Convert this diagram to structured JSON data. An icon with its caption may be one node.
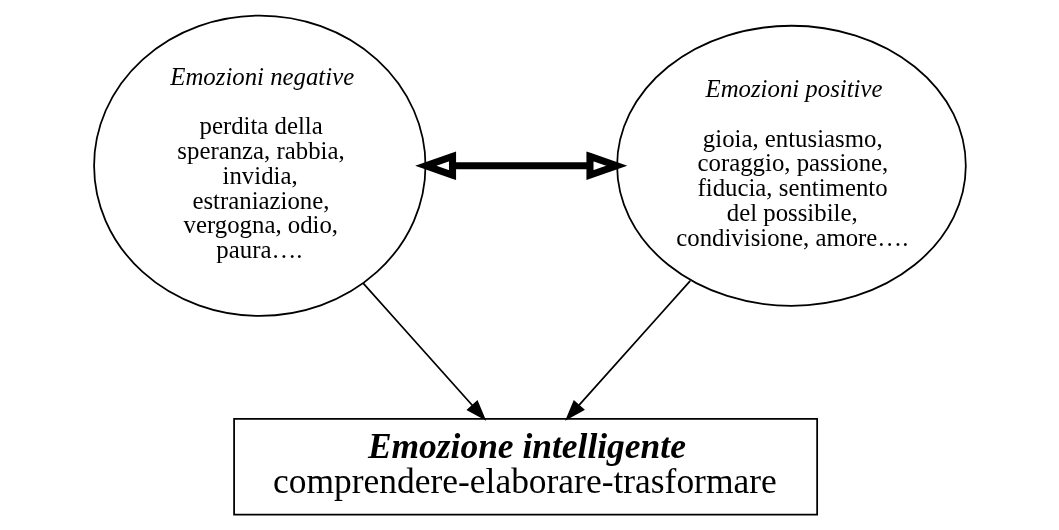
{
  "diagram": {
    "nodes": [
      {
        "text": [
          "Emozioni negative",
          "perdita della speranza, rabbia, invidia, estraniazione, vergogna, odio, paura…."
        ]
      },
      {
        "text": [
          "Emozioni positive",
          "gioia, entusiasmo, coraggio, passione, fiducia, sentimento del possibile, condivisione, amore…."
        ]
      },
      {
        "text": [
          "Emozione intelligente",
          "comprendere-elaborare-trasformare"
        ]
      }
    ],
    "edges": [
      {
        "from": 0,
        "to": 1,
        "arrow": "both",
        "style": "thick"
      },
      {
        "from": 0,
        "to": 2,
        "arrow": "to"
      },
      {
        "from": 1,
        "to": 2,
        "arrow": "to"
      }
    ]
  }
}
